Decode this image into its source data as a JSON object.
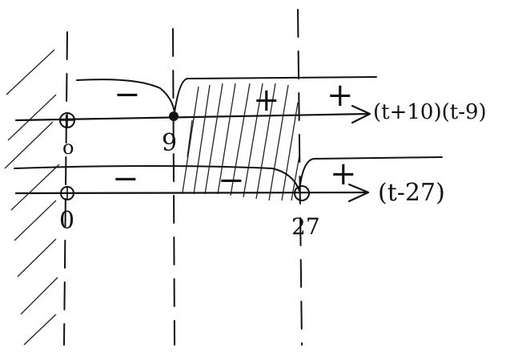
{
  "ink_color": "#111111",
  "background": "#ffffff",
  "line1": {
    "expression": "(t+10)(t-9)",
    "critical_points": [
      {
        "value": "0",
        "marker": "open-circle-crossed"
      },
      {
        "value": "9",
        "marker": "filled-dot"
      }
    ],
    "signs": [
      "−",
      "+",
      "+"
    ]
  },
  "line2": {
    "expression": "(t-27)",
    "critical_points": [
      {
        "value": "0",
        "marker": "open-circle-crossed"
      },
      {
        "value": "27",
        "marker": "open-circle"
      }
    ],
    "signs": [
      "−",
      "−",
      "+"
    ]
  },
  "labels": {
    "zero_upper": "o",
    "zero_lower": "0",
    "nine": "9",
    "twenty_seven": "27"
  },
  "solution_interval": {
    "from": "9",
    "to": "27"
  },
  "excluded_region": "t ≤ 0"
}
